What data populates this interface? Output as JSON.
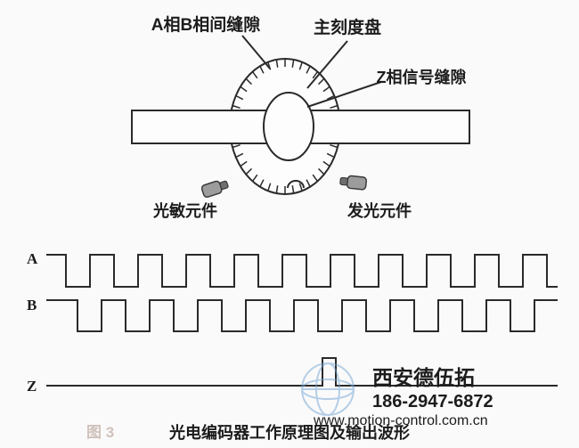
{
  "diagram": {
    "labels": {
      "ab_gap": "A相B相间缝隙",
      "main_disc": "主刻度盘",
      "z_gap": "Z相信号缝隙",
      "photo_sensor": "光敏元件",
      "emitter": "发光元件"
    },
    "tick_count": 40
  },
  "waveforms": {
    "x_start": 52,
    "x_end": 626,
    "series": [
      {
        "name": "A",
        "label": "A",
        "type": "square",
        "y_high": 286,
        "y_low": 322,
        "first_fall": 74,
        "half_period": 27
      },
      {
        "name": "B",
        "label": "B",
        "type": "square",
        "y_high": 337,
        "y_low": 372,
        "first_fall": 87,
        "half_period": 27
      },
      {
        "name": "Z",
        "label": "Z",
        "type": "pulse",
        "y_base": 433,
        "pulse_x": 362,
        "pulse_width": 15,
        "pulse_top": 402
      }
    ]
  },
  "watermark": {
    "company": "西安德伍拓",
    "phone": "186-2947-6872",
    "website": "www.motion-control.com.cn",
    "color_primary": "#3e6cb5",
    "color_light": "#7fa7d6"
  },
  "caption": {
    "figure_label": "图 3",
    "title": "光电编码器工作原理图及输出波形"
  }
}
